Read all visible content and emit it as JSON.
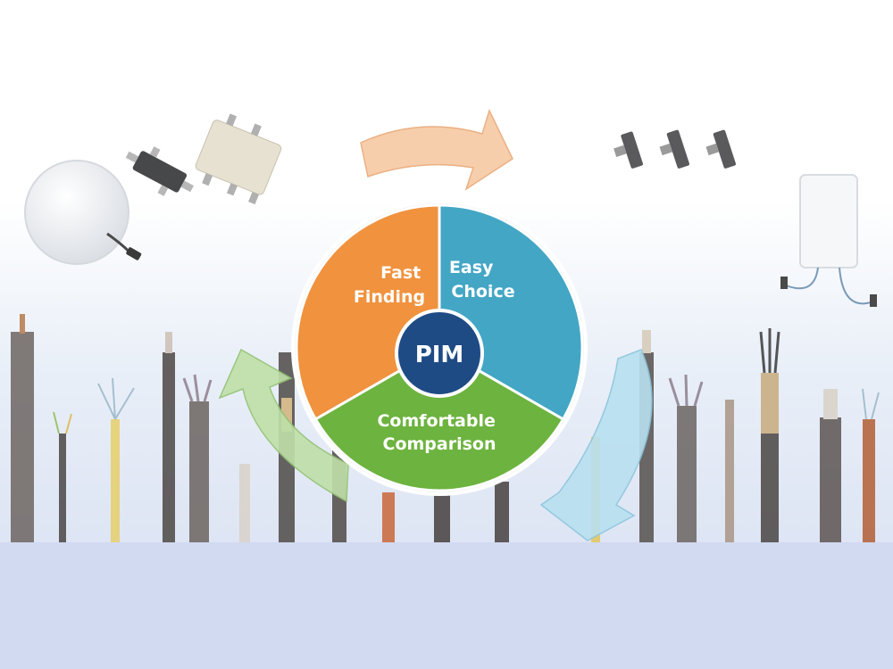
{
  "diagram": {
    "center": {
      "label": "PIM",
      "color": "#1f4b85"
    },
    "segments": [
      {
        "id": "fast-finding",
        "lines": [
          "Fast",
          "Finding"
        ],
        "color": "#f0923e"
      },
      {
        "id": "easy-choice",
        "lines": [
          "Easy",
          "Choice"
        ],
        "color": "#43a6c5"
      },
      {
        "id": "comfortable-comparison",
        "lines": [
          "Comfortable",
          "Comparison"
        ],
        "color": "#6db33f"
      }
    ],
    "arrows": [
      {
        "id": "top-arrow",
        "color": "#f7c9a3"
      },
      {
        "id": "right-arrow",
        "color": "#b8e0f0"
      },
      {
        "id": "left-arrow",
        "color": "#bfe0a8"
      }
    ]
  },
  "products": {
    "cable_colors": [
      "#5a5350",
      "#7a6a5e",
      "#3f3b39",
      "#c9b6a4",
      "#d8c08a",
      "#a25a35"
    ]
  }
}
